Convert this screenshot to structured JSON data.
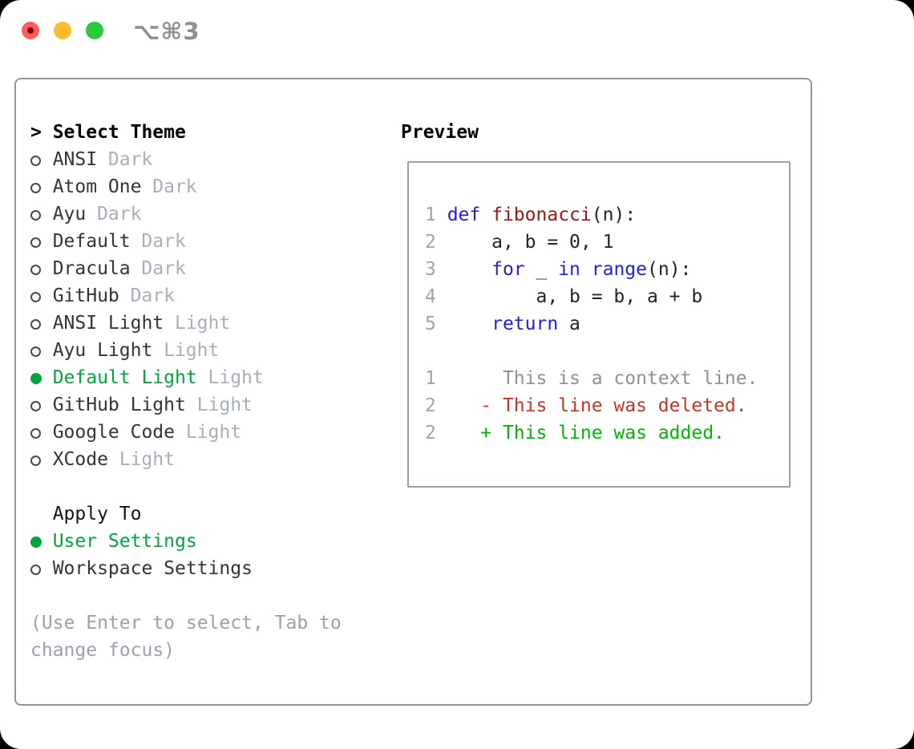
{
  "titlebar": {
    "shortcut": "⌥⌘3"
  },
  "dialog": {
    "theme_section": {
      "cursor": ">",
      "title": "Select Theme",
      "items": [
        {
          "name": "ANSI",
          "tag": "Dark",
          "selected": false
        },
        {
          "name": "Atom One",
          "tag": "Dark",
          "selected": false
        },
        {
          "name": "Ayu",
          "tag": "Dark",
          "selected": false
        },
        {
          "name": "Default",
          "tag": "Dark",
          "selected": false
        },
        {
          "name": "Dracula",
          "tag": "Dark",
          "selected": false
        },
        {
          "name": "GitHub",
          "tag": "Dark",
          "selected": false
        },
        {
          "name": "ANSI Light",
          "tag": "Light",
          "selected": false
        },
        {
          "name": "Ayu Light",
          "tag": "Light",
          "selected": false
        },
        {
          "name": "Default Light",
          "tag": "Light",
          "selected": true
        },
        {
          "name": "GitHub Light",
          "tag": "Light",
          "selected": false
        },
        {
          "name": "Google Code",
          "tag": "Light",
          "selected": false
        },
        {
          "name": "XCode",
          "tag": "Light",
          "selected": false
        }
      ]
    },
    "apply_section": {
      "title": "Apply To",
      "items": [
        {
          "name": "User Settings",
          "selected": true
        },
        {
          "name": "Workspace Settings",
          "selected": false
        }
      ]
    },
    "hint": {
      "line1": "(Use Enter to select, Tab to",
      "line2": "change focus)"
    },
    "preview": {
      "title": "Preview",
      "lines": [
        [
          {
            "t": "1 ",
            "c": "ln"
          },
          {
            "t": "def",
            "c": "kw"
          },
          {
            "t": " ",
            "c": "p"
          },
          {
            "t": "fibonacci",
            "c": "fn"
          },
          {
            "t": "(n):",
            "c": "p"
          }
        ],
        [
          {
            "t": "2 ",
            "c": "ln"
          },
          {
            "t": "    a, b = 0, 1",
            "c": "p"
          }
        ],
        [
          {
            "t": "3 ",
            "c": "ln"
          },
          {
            "t": "    ",
            "c": "p"
          },
          {
            "t": "for",
            "c": "kw"
          },
          {
            "t": " _ ",
            "c": "p"
          },
          {
            "t": "in",
            "c": "kw"
          },
          {
            "t": " ",
            "c": "p"
          },
          {
            "t": "range",
            "c": "kw"
          },
          {
            "t": "(n):",
            "c": "p"
          }
        ],
        [
          {
            "t": "4 ",
            "c": "ln"
          },
          {
            "t": "        a, b = b, a + b",
            "c": "p"
          }
        ],
        [
          {
            "t": "5 ",
            "c": "ln"
          },
          {
            "t": "    ",
            "c": "p"
          },
          {
            "t": "return",
            "c": "kw"
          },
          {
            "t": " a",
            "c": "p"
          }
        ],
        [],
        [
          {
            "t": "1 ",
            "c": "ln"
          },
          {
            "t": "     This is a context line.",
            "c": "ctx"
          }
        ],
        [
          {
            "t": "2 ",
            "c": "ln"
          },
          {
            "t": "   - This line was deleted.",
            "c": "del"
          }
        ],
        [
          {
            "t": "2 ",
            "c": "ln"
          },
          {
            "t": "   + This line was added.",
            "c": "add"
          }
        ]
      ]
    }
  },
  "colors": {
    "accent_green": "#00a63c",
    "border_gray": "#8d96a2",
    "preview_border": "#98a0ab",
    "tag_gray": "#a6afba",
    "hint_gray": "#98a1ad",
    "line_number_gray": "#9aa4b2",
    "keyword_blue": "#1e1ee6",
    "function_red": "#a31515",
    "code_black": "#202329",
    "context_gray": "#8b9198",
    "diff_removed_red": "#c9342a",
    "diff_added_green": "#00b800",
    "traffic_red": "#ff5f57",
    "traffic_yellow": "#febc2e",
    "traffic_green": "#27c93f"
  }
}
